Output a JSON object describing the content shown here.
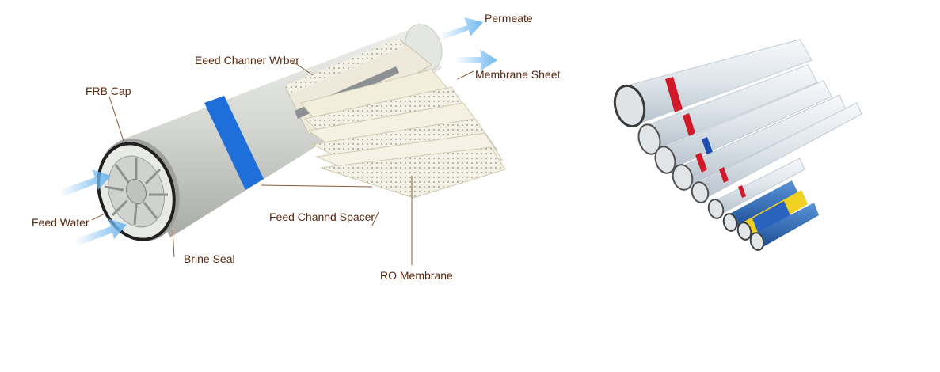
{
  "labels": {
    "permeate": "Permeate",
    "feed_channel_upper": "Eeed Channer Wrber",
    "membrane_sheet": "Membrane Sheet",
    "frp_cap": "FRB Cap",
    "feed_water": "Feed Water",
    "brine_seal": "Brine Seal",
    "feed_channel_spacer": "Feed Channd Spacer",
    "ro_membrane": "RO Membrane"
  },
  "colors": {
    "label_text": "#5a2a12",
    "leader_line": "#8a5a3a",
    "blue_band": "#1e6fd9",
    "red_band": "#d01a2a",
    "yellow_band": "#f0d020",
    "flow_arrow": "#6fb8f0",
    "housing": "#d9dbd6",
    "sheet": "#f1efdc"
  },
  "icons": [
    "flow-arrow-icon",
    "end-cap-icon"
  ]
}
